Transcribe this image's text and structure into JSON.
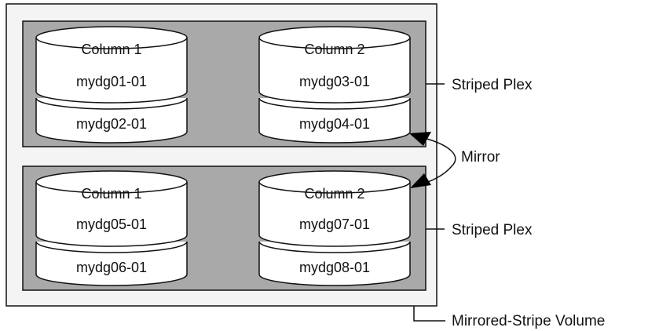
{
  "colors": {
    "volume_fill": "#f4f4f4",
    "plex_fill": "#a9a9a9",
    "disk_fill": "#ffffff",
    "stroke": "#111111"
  },
  "plexes": [
    {
      "label": "Striped Plex",
      "columns": [
        {
          "title": "Column 1",
          "subdisks": [
            "mydg01-01",
            "mydg02-01"
          ]
        },
        {
          "title": "Column 2",
          "subdisks": [
            "mydg03-01",
            "mydg04-01"
          ]
        }
      ]
    },
    {
      "label": "Striped Plex",
      "columns": [
        {
          "title": "Column 1",
          "subdisks": [
            "mydg05-01",
            "mydg06-01"
          ]
        },
        {
          "title": "Column 2",
          "subdisks": [
            "mydg07-01",
            "mydg08-01"
          ]
        }
      ]
    }
  ],
  "mirror_label": "Mirror",
  "volume_label": "Mirrored-Stripe Volume"
}
